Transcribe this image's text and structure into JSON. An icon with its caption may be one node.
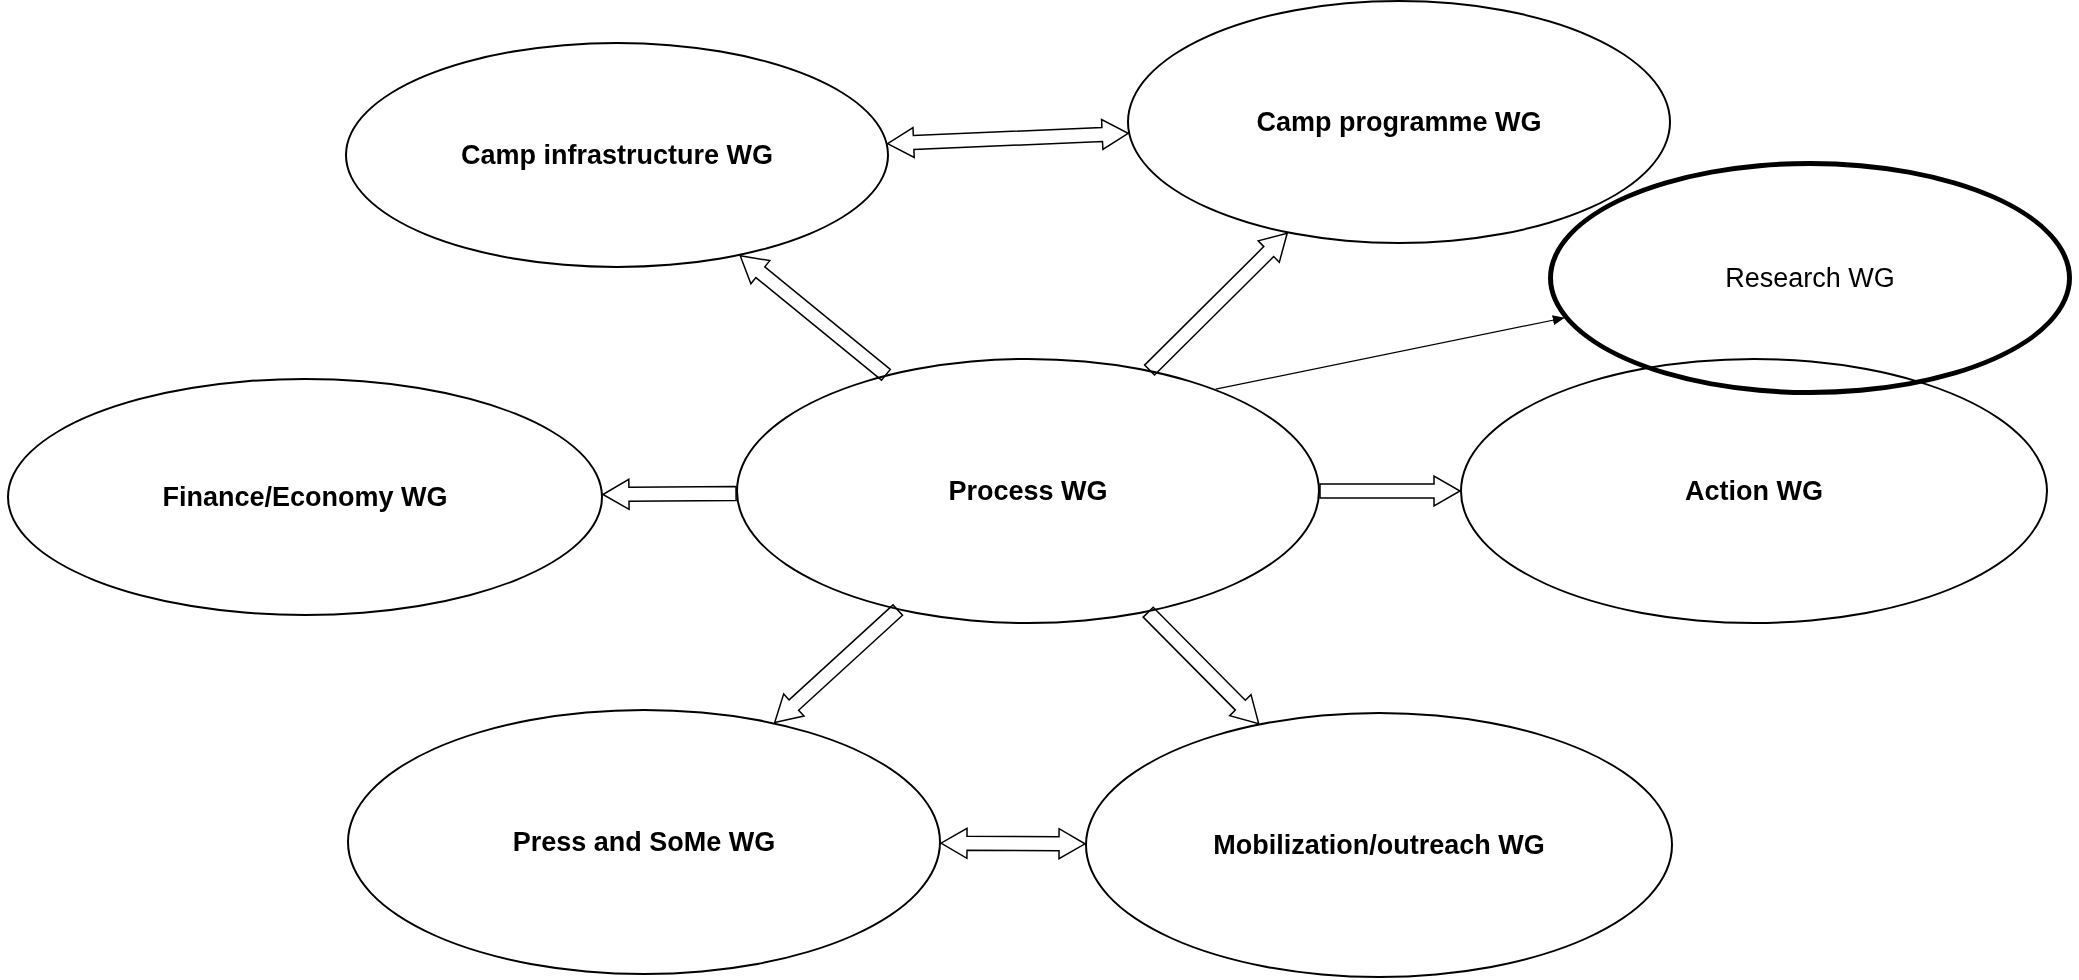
{
  "diagram": {
    "nodes": [
      {
        "text": [
          "Camp infrastructure WG"
        ]
      },
      {
        "text": [
          "Camp programme WG"
        ]
      },
      {
        "text": [
          "Research WG"
        ]
      },
      {
        "text": [
          "Finance/Economy WG"
        ]
      },
      {
        "text": [
          "Process WG"
        ]
      },
      {
        "text": [
          "Action WG"
        ]
      },
      {
        "text": [
          "Press and SoMe WG"
        ]
      },
      {
        "text": [
          "Mobilization/outreach WG"
        ]
      }
    ],
    "edges": [
      {
        "from": 0,
        "to": 1,
        "arrow": "both"
      },
      {
        "from": 4,
        "to": 0,
        "arrow": "to"
      },
      {
        "from": 4,
        "to": 1,
        "arrow": "to"
      },
      {
        "from": 4,
        "to": 2,
        "arrow": "to"
      },
      {
        "from": 4,
        "to": 3,
        "arrow": "to"
      },
      {
        "from": 4,
        "to": 5,
        "arrow": "to"
      },
      {
        "from": 4,
        "to": 6,
        "arrow": "to"
      },
      {
        "from": 4,
        "to": 7,
        "arrow": "to"
      },
      {
        "from": 6,
        "to": 7,
        "arrow": "both"
      }
    ]
  }
}
